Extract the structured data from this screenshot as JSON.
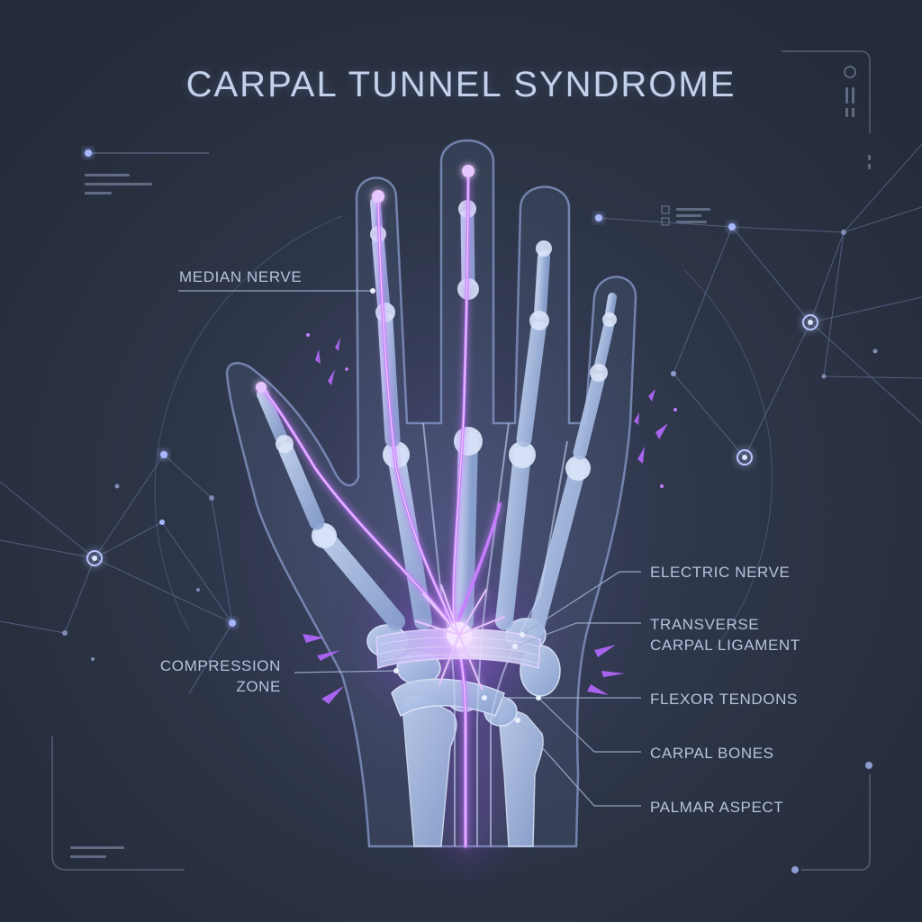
{
  "title": "CARPAL TUNNEL SYNDROME",
  "labels": {
    "median_nerve": "MEDIAN NERVE",
    "compression_zone_1": "COMPRESSION",
    "compression_zone_2": "ZONE",
    "electric_nerve": "ELECTRIC NERVE",
    "transverse_ligament_1": "TRANSVERSE",
    "transverse_ligament_2": "CARPAL LIGAMENT",
    "flexor_tendons": "FLEXOR TENDONS",
    "carpal_bones": "CARPAL BONES",
    "palmar_aspect": "PALMAR ASPECT"
  },
  "colors": {
    "background": "#2b3344",
    "bone": "#a9bfe6",
    "nerve": "#c77dff",
    "glow": "#a85cff",
    "label_text": "#b6c3dc",
    "leader_line": "#9fb0cc"
  }
}
